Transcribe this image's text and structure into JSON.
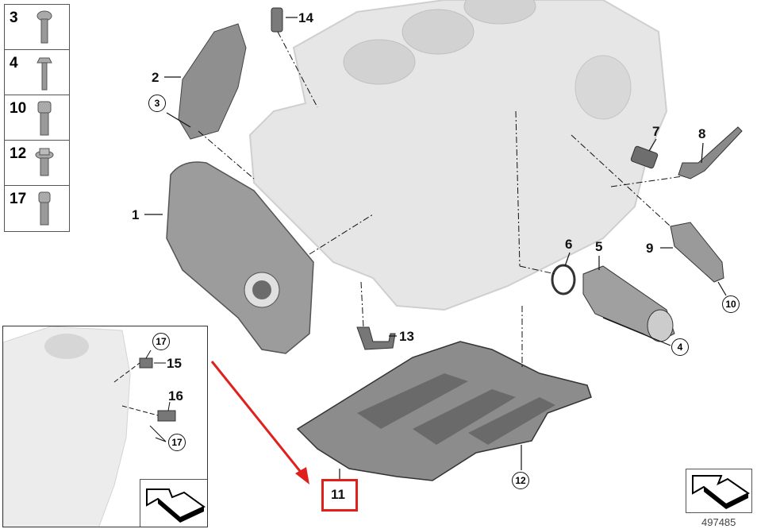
{
  "legend": [
    {
      "num": "3"
    },
    {
      "num": "4"
    },
    {
      "num": "10"
    },
    {
      "num": "12"
    },
    {
      "num": "17"
    }
  ],
  "callouts": {
    "p1": "1",
    "p2": "2",
    "p3": "3",
    "p4": "4",
    "p5": "5",
    "p6": "6",
    "p7": "7",
    "p8": "8",
    "p9": "9",
    "p10": "10",
    "p11": "11",
    "p12": "12",
    "p13": "13",
    "p14": "14"
  },
  "inset": {
    "p15": "15",
    "p16": "16",
    "p17a": "17",
    "p17b": "17"
  },
  "reference_number": "497485",
  "colors": {
    "highlight": "#e0201c",
    "block": "#e4e4e4",
    "parts": "#8a8a8a"
  }
}
